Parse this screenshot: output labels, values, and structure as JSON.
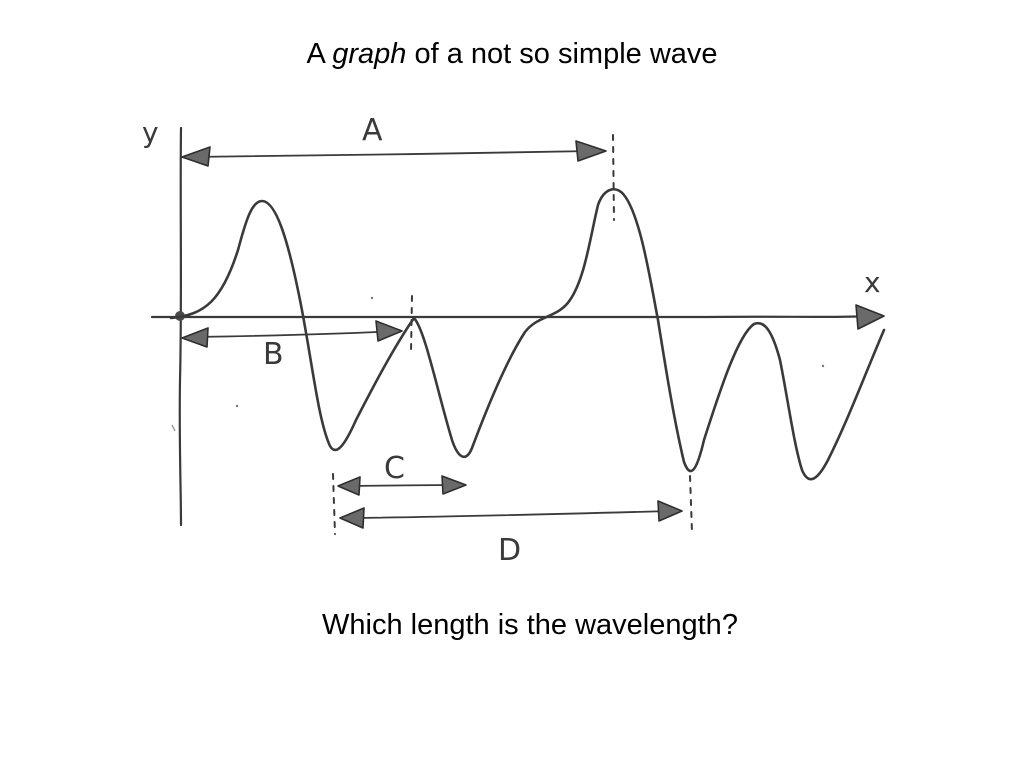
{
  "title": {
    "prefix": "A",
    "emphasis": "graph",
    "suffix": "of a not so simple wave"
  },
  "axes": {
    "y_label": "y",
    "x_label": "x"
  },
  "dimensions": {
    "a": "A",
    "b": "B",
    "c": "C",
    "d": "D"
  },
  "question": "Which length is the wavelength?"
}
